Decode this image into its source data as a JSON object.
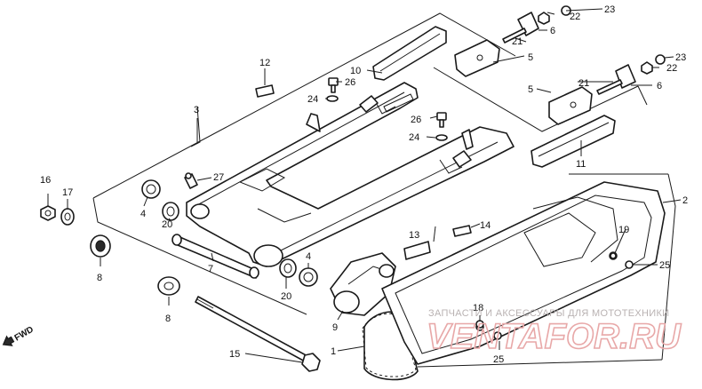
{
  "callouts": [
    {
      "id": "n1",
      "text": "1"
    },
    {
      "id": "n2",
      "text": "2"
    },
    {
      "id": "n3",
      "text": "3"
    },
    {
      "id": "n4a",
      "text": "4"
    },
    {
      "id": "n4b",
      "text": "4"
    },
    {
      "id": "n5a",
      "text": "5"
    },
    {
      "id": "n5b",
      "text": "5"
    },
    {
      "id": "n6a",
      "text": "6"
    },
    {
      "id": "n6b",
      "text": "6"
    },
    {
      "id": "n7",
      "text": "7"
    },
    {
      "id": "n8a",
      "text": "8"
    },
    {
      "id": "n8b",
      "text": "8"
    },
    {
      "id": "n9",
      "text": "9"
    },
    {
      "id": "n10",
      "text": "10"
    },
    {
      "id": "n11",
      "text": "11"
    },
    {
      "id": "n12",
      "text": "12"
    },
    {
      "id": "n13",
      "text": "13"
    },
    {
      "id": "n14",
      "text": "14"
    },
    {
      "id": "n15",
      "text": "15"
    },
    {
      "id": "n16",
      "text": "16"
    },
    {
      "id": "n17",
      "text": "17"
    },
    {
      "id": "n18",
      "text": "18"
    },
    {
      "id": "n19",
      "text": "19"
    },
    {
      "id": "n20a",
      "text": "20"
    },
    {
      "id": "n20b",
      "text": "20"
    },
    {
      "id": "n21a",
      "text": "21"
    },
    {
      "id": "n21b",
      "text": "21"
    },
    {
      "id": "n22a",
      "text": "22"
    },
    {
      "id": "n22b",
      "text": "22"
    },
    {
      "id": "n23a",
      "text": "23"
    },
    {
      "id": "n23b",
      "text": "23"
    },
    {
      "id": "n24a",
      "text": "24"
    },
    {
      "id": "n24b",
      "text": "24"
    },
    {
      "id": "n25a",
      "text": "25"
    },
    {
      "id": "n25b",
      "text": "25"
    },
    {
      "id": "n26a",
      "text": "26"
    },
    {
      "id": "n26b",
      "text": "26"
    },
    {
      "id": "n27",
      "text": "27"
    }
  ],
  "direction_label": "FWD",
  "watermark": {
    "caption": "ЗАПЧАСТИ И АКСЕССУАРЫ ДЛЯ МОТОТЕХНИКИ",
    "logo_text": "VENTAFOR.RU"
  }
}
